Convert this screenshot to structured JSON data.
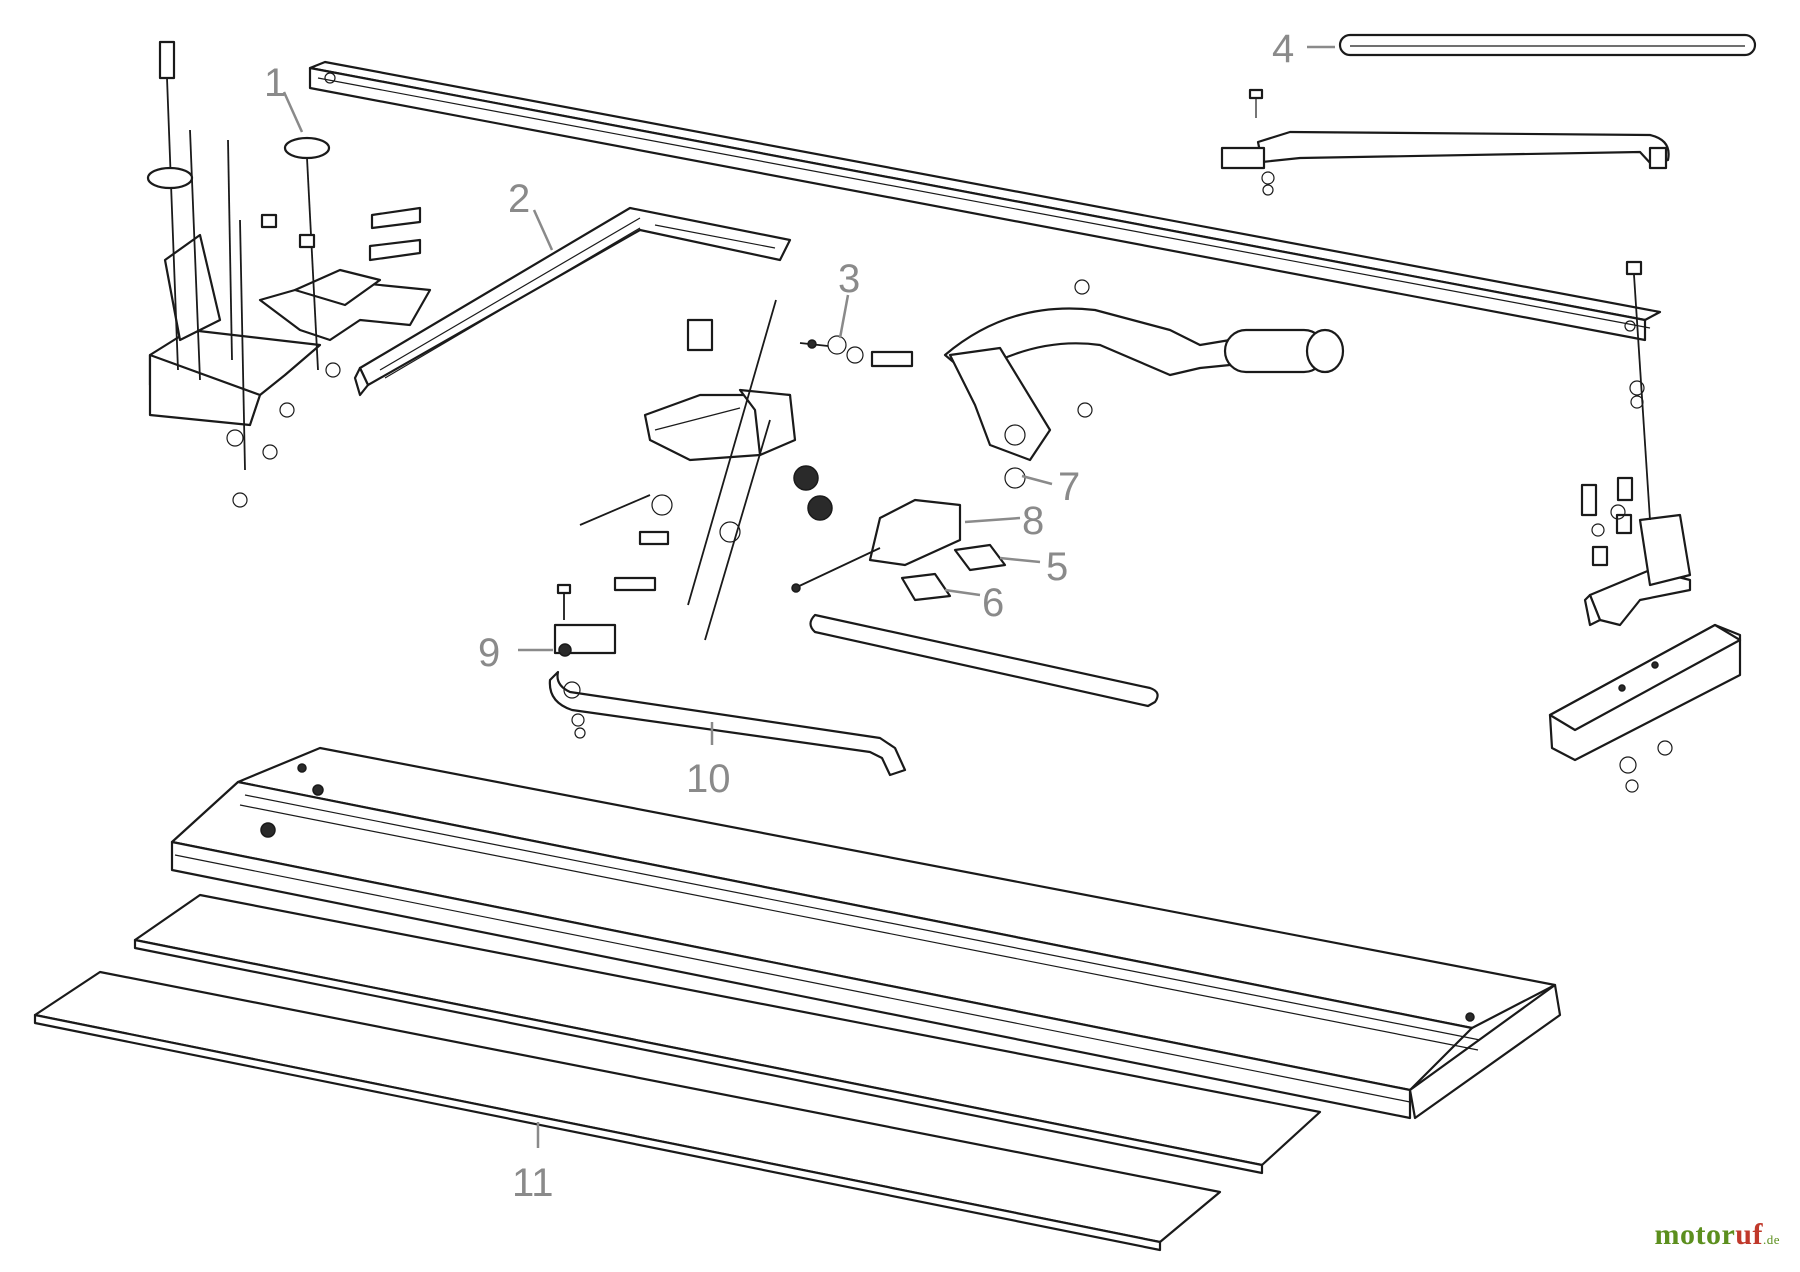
{
  "diagram": {
    "callouts": [
      "1",
      "2",
      "3",
      "4",
      "5",
      "6",
      "7",
      "8",
      "9",
      "10",
      "11"
    ]
  },
  "watermark": {
    "brand_a": "motor",
    "brand_b": "uf",
    "suffix": ".de"
  }
}
